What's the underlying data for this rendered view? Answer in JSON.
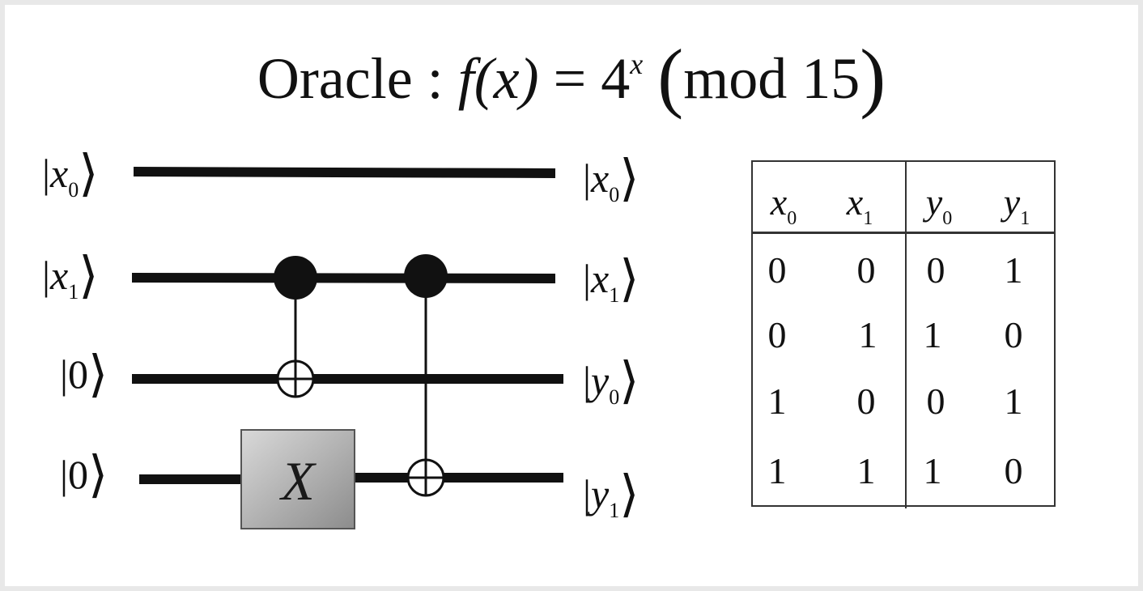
{
  "title": {
    "prefix": "Oracle : ",
    "func": "f",
    "arg": "(x)",
    "equals": " = 4",
    "exponent": "x",
    "mod": "mod 15"
  },
  "inputs": [
    {
      "sym": "x",
      "sub": "0"
    },
    {
      "sym": "x",
      "sub": "1"
    },
    {
      "sym": "0",
      "sub": ""
    },
    {
      "sym": "0",
      "sub": ""
    }
  ],
  "outputs": [
    {
      "sym": "x",
      "sub": "0"
    },
    {
      "sym": "x",
      "sub": "1"
    },
    {
      "sym": "y",
      "sub": "0"
    },
    {
      "sym": "y",
      "sub": "1"
    }
  ],
  "gate": {
    "label": "X"
  },
  "table": {
    "headers": [
      {
        "sym": "x",
        "sub": "0"
      },
      {
        "sym": "x",
        "sub": "1"
      },
      {
        "sym": "y",
        "sub": "0"
      },
      {
        "sym": "y",
        "sub": "1"
      }
    ],
    "rows": [
      [
        "0",
        "0",
        "0",
        "1"
      ],
      [
        "0",
        "1",
        "1",
        "0"
      ],
      [
        "1",
        "0",
        "0",
        "1"
      ],
      [
        "1",
        "1",
        "1",
        "0"
      ]
    ]
  }
}
